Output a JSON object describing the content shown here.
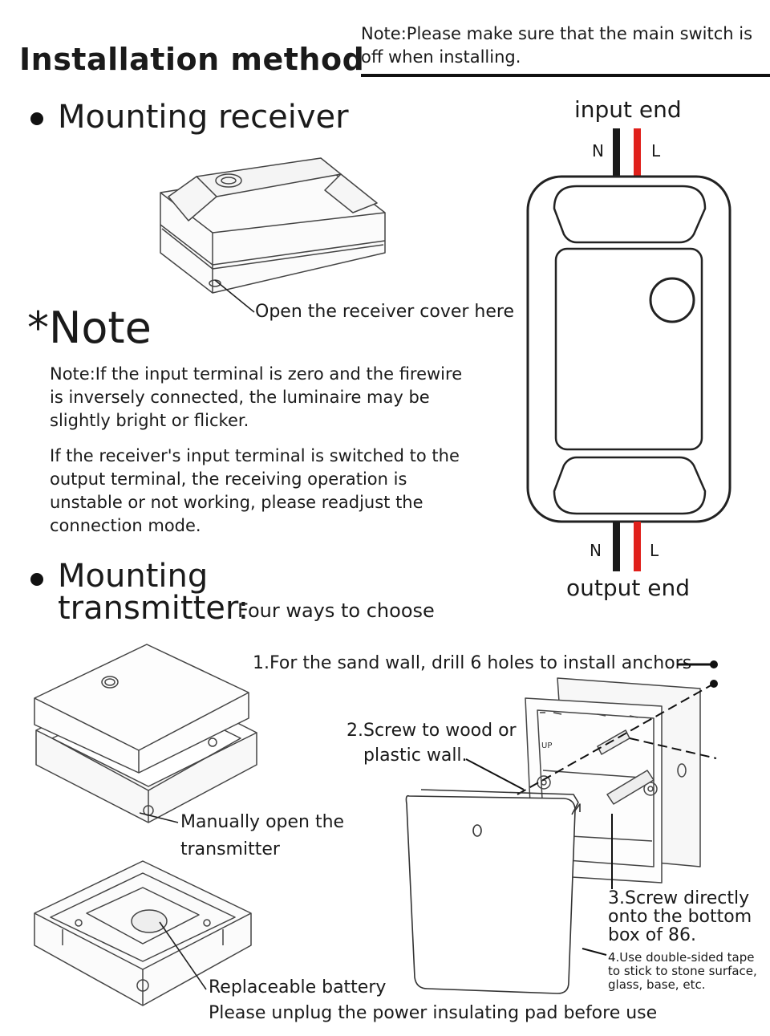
{
  "header": {
    "title": "Installation method",
    "top_note": "Note:Please make sure that the main switch is off when installing."
  },
  "receiver_section": {
    "heading": "Mounting receiver",
    "cover_label": "Open the receiver cover here"
  },
  "wiring": {
    "input_end": "input end",
    "output_end": "output end",
    "neutral": "N",
    "live": "L",
    "colors": {
      "neutral_wire": "#1a1a1a",
      "live_wire": "#e0201b"
    }
  },
  "note": {
    "heading": "*Note",
    "para1": "Note:If the input terminal is zero and the firewire is inversely connected, the luminaire may be slightly bright or flicker.",
    "para2": "If the receiver's input terminal is switched to the output terminal, the receiving operation is unstable or not working, please readjust the connection mode."
  },
  "transmitter_section": {
    "heading_line1": "Mounting",
    "heading_line2": "transmitter:",
    "subheading": "Four ways to choose",
    "open_label_line1": "Manually open the",
    "open_label_line2": "transmitter",
    "battery_label": "Replaceable battery",
    "battery_note": "Please unplug the power insulating pad before use",
    "ways": {
      "way1": "1.For the sand wall, drill 6 holes to install anchors",
      "way2_line1": "2.Screw to wood or",
      "way2_line2": "plastic wall.",
      "way3_line1": "3.Screw directly",
      "way3_line2": "onto the bottom",
      "way3_line3": "box of 86.",
      "way4_line1": "4.Use double-sided tape",
      "way4_line2": "to stick to stone surface,",
      "way4_line3": "glass, base, etc."
    },
    "up_mark": "UP"
  }
}
